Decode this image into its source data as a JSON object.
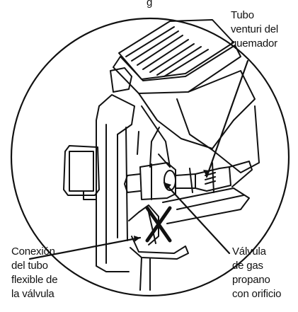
{
  "labels": {
    "top_clip": "g",
    "venturi": [
      "Tubo",
      "venturi del",
      "quemador"
    ],
    "hose": [
      "Conexión",
      "del tubo",
      "flexible de",
      "la válvula"
    ],
    "valve": [
      "Válvula",
      "de gas",
      "propano",
      "con orificio"
    ]
  },
  "colors": {
    "line": "#111111",
    "background": "#ffffff"
  },
  "icons": {
    "cross_mark": "x-mark-icon"
  }
}
